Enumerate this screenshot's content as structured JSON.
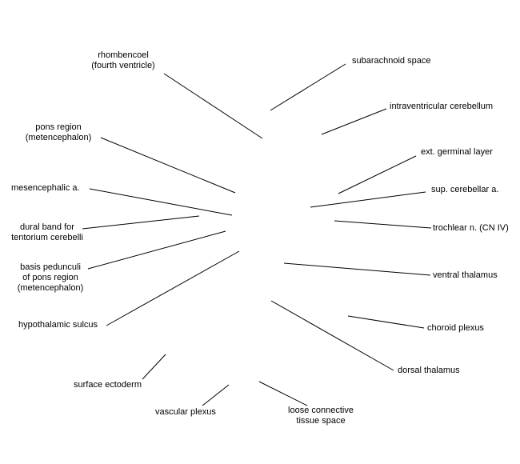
{
  "labels": {
    "rhombencoel": "rhombencoel\n(fourth ventricle)",
    "subarachnoid_space": "subarachnoid space",
    "intraventricular_cerebellum": "intraventricular cerebellum",
    "pons_region": "pons region\n(metencephalon)",
    "ext_germinal_layer": "ext. germinal layer",
    "mesencephalic_a": "mesencephalic a.",
    "sup_cerebellar_a": "sup. cerebellar a.",
    "dural_band": "dural band for\ntentorium cerebelli",
    "trochlear_n": "trochlear n. (CN IV)",
    "basis_pedunculi": "basis pedunculi\nof pons region\n(metencephalon)",
    "ventral_thalamus": "ventral thalamus",
    "hypothalamic_sulcus": "hypothalamic sulcus",
    "choroid_plexus": "choroid plexus",
    "dorsal_thalamus": "dorsal thalamus",
    "surface_ectoderm": "surface ectoderm",
    "vascular_plexus": "vascular plexus",
    "loose_connective": "loose connective\ntissue space"
  }
}
